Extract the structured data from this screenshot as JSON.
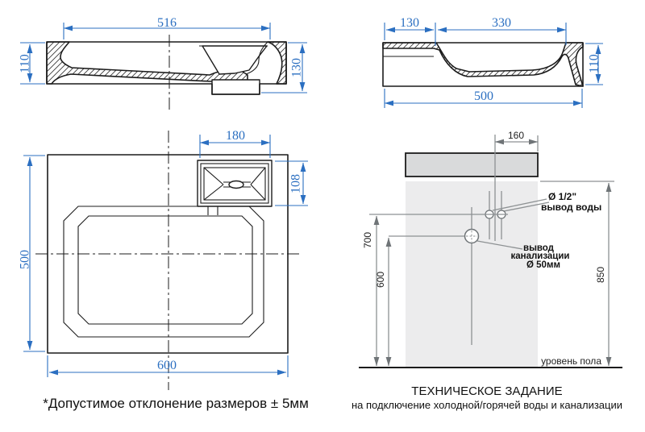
{
  "colors": {
    "dimension_blue": "#2b6fc1",
    "line_black": "#1c1c1c",
    "gray_line": "#8d9193",
    "wall_fill": "#ececed",
    "counter_fill": "#d9dadb"
  },
  "views": {
    "front_section": {
      "dims": {
        "width_top": "516",
        "height_left": "110",
        "height_right": "130"
      }
    },
    "side_section": {
      "dims": {
        "deck_width": "130",
        "bowl_width": "330",
        "depth_bottom": "500",
        "height_right": "110"
      }
    },
    "top_view": {
      "dims": {
        "drain_width": "180",
        "drain_depth": "108",
        "depth_left": "500",
        "width_bottom": "600"
      }
    },
    "installation": {
      "dims": {
        "water_offset": "160",
        "water_height": "700",
        "sewer_height": "600",
        "total_height": "850"
      },
      "labels": {
        "water_spec": "Ø 1/2\"",
        "water_outlet": "вывод воды",
        "sewer_line1": "вывод",
        "sewer_line2": "канализации",
        "sewer_spec": "Ø 50мм",
        "floor_level": "уровень пола"
      }
    }
  },
  "notes": {
    "tolerance": "*Допустимое отклонение размеров ± 5мм",
    "title": "ТЕХНИЧЕСКОЕ ЗАДАНИЕ",
    "subtitle": "на подключение холодной/горячей воды и канализации"
  }
}
